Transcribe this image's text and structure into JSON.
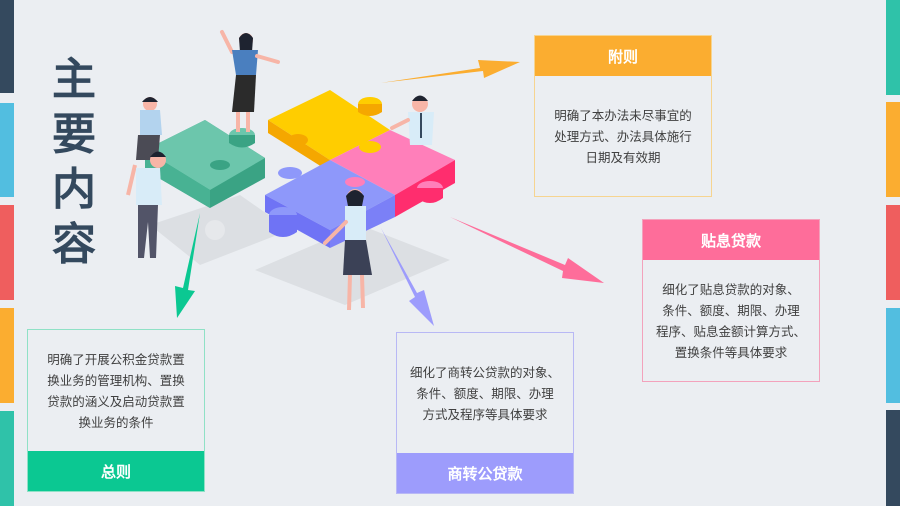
{
  "title": {
    "chars": [
      "主",
      "要",
      "内",
      "容"
    ]
  },
  "colors": {
    "background": "#ebeef2",
    "title": "#34495e",
    "dark": "#34495e",
    "blue": "#52bee0",
    "red": "#ef5e5e",
    "orange": "#fbad30",
    "teal": "#2fc2a9",
    "green": "#0bc892",
    "purple": "#9d9cfc",
    "pink": "#fe6d9a"
  },
  "side_bars": {
    "left": [
      "dark",
      "blue",
      "red",
      "orange",
      "teal"
    ],
    "right": [
      "teal",
      "orange",
      "red",
      "blue",
      "dark"
    ]
  },
  "cards": {
    "fuze": {
      "heading": "附则",
      "lines": [
        "明确了本办法未尽事宜的",
        "处理方式、办法具体施行",
        "日期及有效期"
      ]
    },
    "tiexi": {
      "heading": "贴息贷款",
      "lines": [
        "细化了贴息贷款的对象、",
        "条件、额度、期限、办理",
        "程序、贴息金额计算方式、",
        "置换条件等具体要求"
      ]
    },
    "zongze": {
      "heading": "总则",
      "lines": [
        "明确了开展公积金贷款置",
        "换业务的管理机构、置换",
        "贷款的涵义及启动贷款置",
        "换业务的条件"
      ]
    },
    "shangzhuan": {
      "heading": "商转公贷款",
      "lines": [
        "细化了商转公贷款的对象、",
        "条件、额度、期限、办理",
        "方式及程序等具体要求"
      ]
    }
  },
  "illustration": {
    "description": "people assembling four colored puzzle pieces (green, yellow, pink, blue)",
    "pieces": [
      "green",
      "yellow",
      "pink",
      "blue"
    ]
  }
}
